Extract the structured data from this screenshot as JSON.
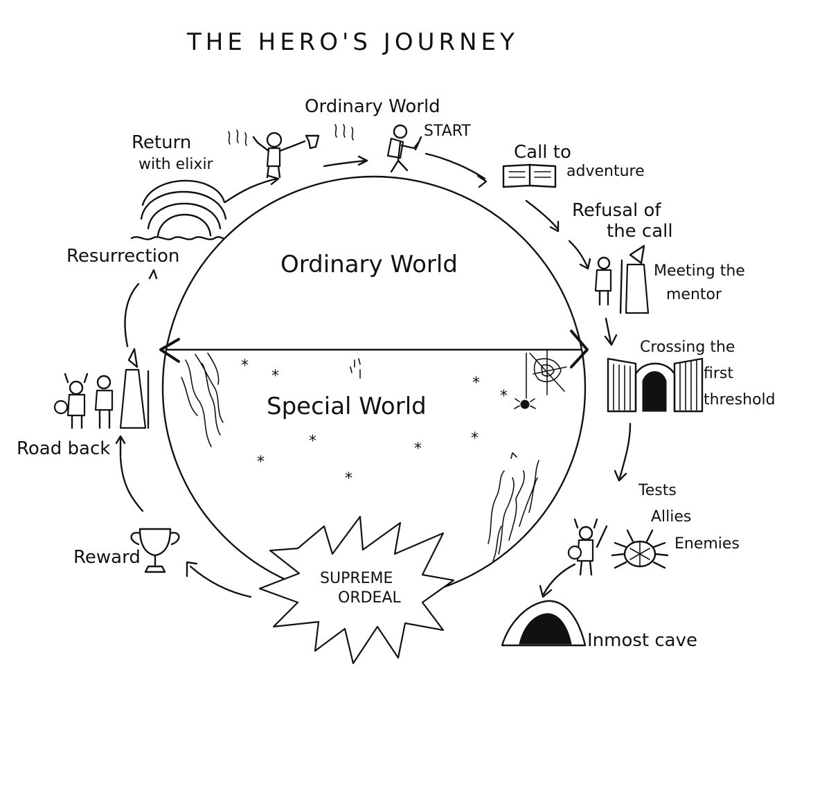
{
  "title": "THE HERO'S JOURNEY",
  "regions": {
    "upper": "Ordinary World",
    "lower": "Special World"
  },
  "stages": {
    "ordinary_world": "Ordinary World",
    "start": "START",
    "call_line1": "Call to",
    "call_line2": "adventure",
    "refusal_line1": "Refusal of",
    "refusal_line2": "the call",
    "mentor_line1": "Meeting the",
    "mentor_line2": "mentor",
    "threshold_line1": "Crossing the",
    "threshold_line2": "first",
    "threshold_line3": "threshold",
    "tests_line1": "Tests",
    "tests_line2": "Allies",
    "tests_line3": "Enemies",
    "cave": "Inmost cave",
    "ordeal_line1": "SUPREME",
    "ordeal_line2": "ORDEAL",
    "reward": "Reward",
    "road_back": "Road back",
    "resurrection": "Resurrection",
    "return_line1": "Return",
    "return_line2": "with elixir"
  },
  "colors": {
    "ink": "#111111",
    "paper": "#ffffff"
  }
}
